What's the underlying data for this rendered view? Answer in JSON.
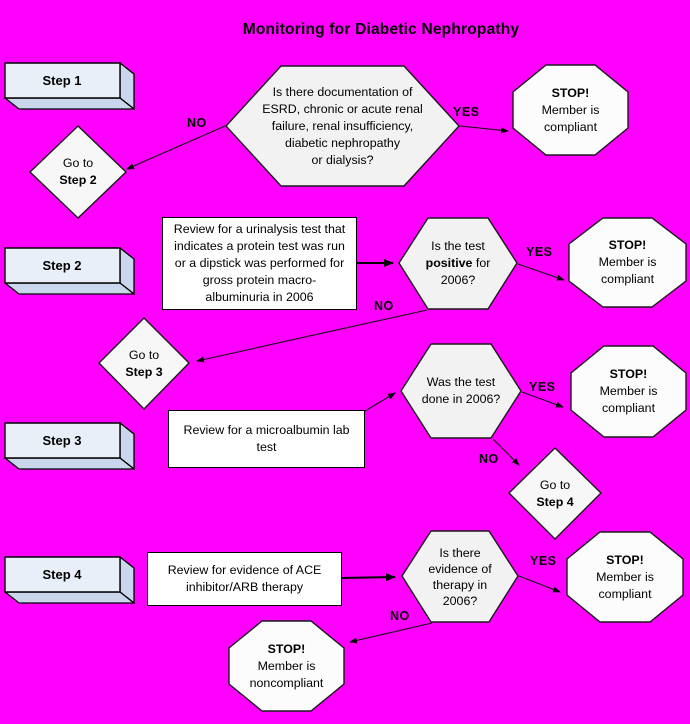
{
  "title": "Monitoring for Diabetic Nephropathy",
  "colors": {
    "background": "#FF00FF",
    "step_face": "#e9eff9",
    "step_side": "#c9d6ec",
    "hexagon_fill": "#f2f2f2",
    "octagon_fill": "#fcfcfc",
    "diamond_fill": "#f7f7f7",
    "process_fill": "#ffffff",
    "border": "#000000",
    "text": "#000000"
  },
  "steps": [
    {
      "label": "Step 1"
    },
    {
      "label": "Step 2"
    },
    {
      "label": "Step 3"
    },
    {
      "label": "Step 4"
    }
  ],
  "process_boxes": [
    {
      "lines": [
        "Review for a urinalysis test that",
        "indicates a protein test was run",
        "or a dipstick was performed for",
        "gross protein macro-",
        "albuminuria in 2006"
      ]
    },
    {
      "lines": [
        "Review for a microalbumin lab",
        "test"
      ]
    },
    {
      "lines": [
        "Review for evidence of ACE",
        "inhibitor/ARB therapy"
      ]
    }
  ],
  "decisions": [
    {
      "lines": [
        "Is there documentation of",
        "ESRD, chronic or acute renal",
        "failure, renal insufficiency,",
        "diabetic nephropathy",
        "or dialysis?"
      ]
    },
    {
      "line1": "Is the test",
      "bold": "positive",
      "after_bold": " for",
      "line3": "2006?"
    },
    {
      "lines": [
        "Was the test",
        "done in 2006?"
      ]
    },
    {
      "lines": [
        "Is there",
        "evidence of",
        "therapy in",
        "2006?"
      ]
    }
  ],
  "stops": [
    {
      "title": "STOP!",
      "lines": [
        "Member is",
        "compliant"
      ]
    },
    {
      "title": "STOP!",
      "lines": [
        "Member is",
        "compliant"
      ]
    },
    {
      "title": "STOP!",
      "lines": [
        "Member is",
        "compliant"
      ]
    },
    {
      "title": "STOP!",
      "lines": [
        "Member is",
        "compliant"
      ]
    },
    {
      "title": "STOP!",
      "lines": [
        "Member is",
        "noncompliant"
      ]
    }
  ],
  "gotos": [
    {
      "pre": "Go to",
      "step": "Step 2"
    },
    {
      "pre": "Go to",
      "step": "Step 3"
    },
    {
      "pre": "Go to",
      "step": "Step 4"
    }
  ],
  "edge_labels": [
    {
      "text": "NO"
    },
    {
      "text": "YES"
    },
    {
      "text": "YES"
    },
    {
      "text": "NO"
    },
    {
      "text": "YES"
    },
    {
      "text": "NO"
    },
    {
      "text": "YES"
    },
    {
      "text": "NO"
    }
  ]
}
